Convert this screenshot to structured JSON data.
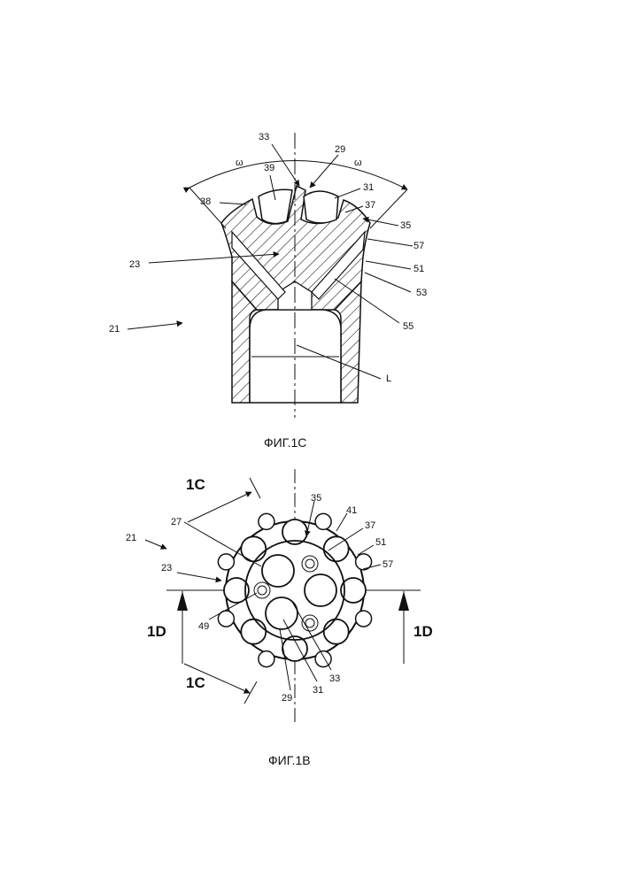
{
  "fig_top": {
    "caption": "ФИГ.1С",
    "labels": {
      "l33": "33",
      "l29": "29",
      "lw_left": "ω",
      "lw_right": "ω",
      "l39": "39",
      "l31": "31",
      "l38": "38",
      "l37": "37",
      "l35": "35",
      "l57": "57",
      "l23": "23",
      "l51": "51",
      "l53": "53",
      "l21": "21",
      "l55": "55",
      "lL": "L"
    }
  },
  "fig_bottom": {
    "caption": "ФИГ.1В",
    "labels": {
      "sec1c_top": "1C",
      "sec1c_bottom": "1C",
      "sec1d_left": "1D",
      "sec1d_right": "1D",
      "l35": "35",
      "l41": "41",
      "l27": "27",
      "l37": "37",
      "l21": "21",
      "l51": "51",
      "l23": "23",
      "l57": "57",
      "l49": "49",
      "l33": "33",
      "l31": "31",
      "l29": "29"
    }
  }
}
